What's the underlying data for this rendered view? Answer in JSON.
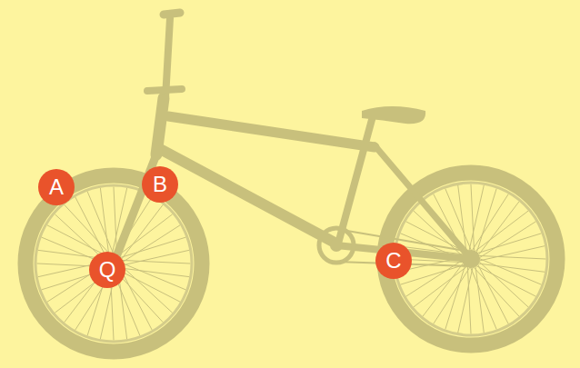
{
  "diagram": {
    "labels": [
      "A",
      "B",
      "Q",
      "C"
    ]
  }
}
